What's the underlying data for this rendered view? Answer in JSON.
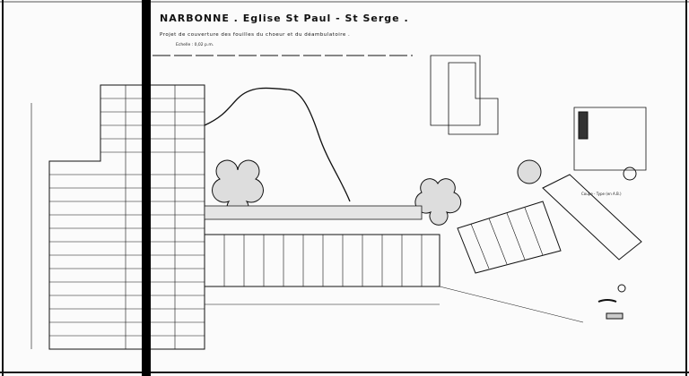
{
  "drawing": {
    "title": "NARBONNE . Eglise St Paul - St Serge .",
    "subtitle": "Projet de couverture des fouilles du choeur et du déambulatoire .",
    "scale": "Echelle : 0,02 p.m.",
    "section_label": "Coupe - Type (en A.B.)"
  }
}
